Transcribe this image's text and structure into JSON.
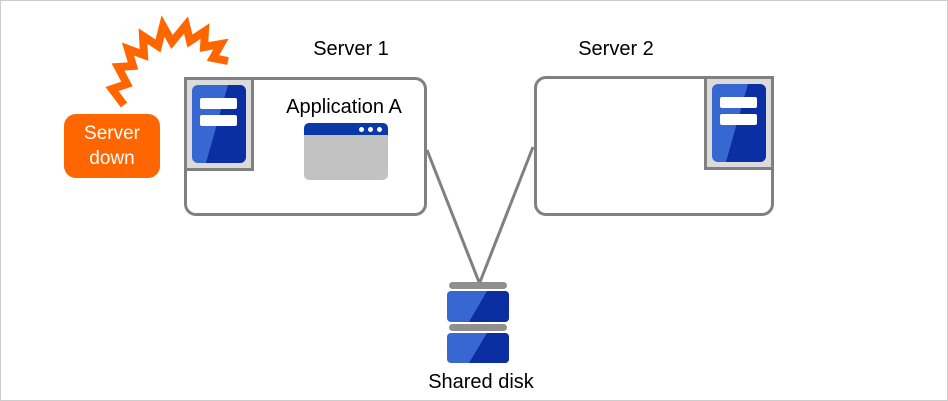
{
  "badge": {
    "label": "Server\ndown"
  },
  "server1": {
    "label": "Server 1",
    "application": {
      "label": "Application A"
    }
  },
  "server2": {
    "label": "Server 2"
  },
  "shared_disk": {
    "label": "Shared disk"
  },
  "icons": {
    "crash": "crash-burst-icon",
    "server1_tower": "server-tower-icon",
    "server2_tower": "server-tower-icon",
    "application_window": "app-window-icon",
    "shared_disk": "disk-stack-icon"
  },
  "colors": {
    "accent_orange": "#FF6600",
    "server_blue_light": "#3767D0",
    "server_blue_dark": "#0B2EA3",
    "titlebar_blue": "#0A39A8",
    "connector_gray": "#808080",
    "icon_tray_gray": "#DBDBDB",
    "window_body_gray": "#C2C2C2",
    "disk_bar_gray": "#8F8F8F"
  }
}
